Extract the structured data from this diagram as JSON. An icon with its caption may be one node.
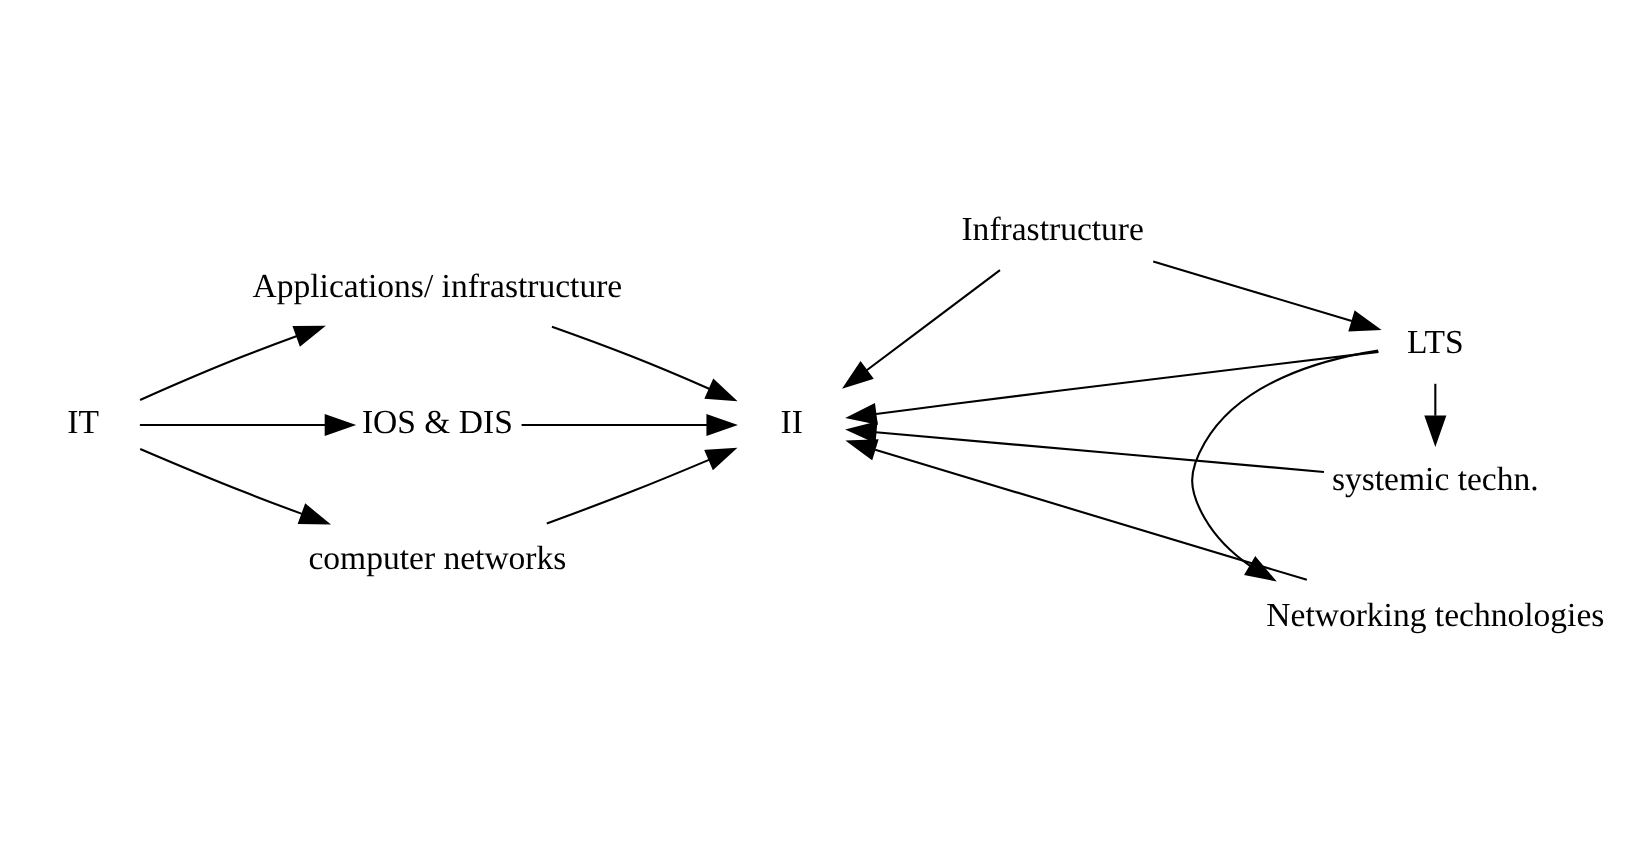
{
  "diagram": {
    "nodes": [
      {
        "text": [
          "IT"
        ]
      },
      {
        "text": [
          "Applications/ infrastructure"
        ]
      },
      {
        "text": [
          "IOS & DIS"
        ]
      },
      {
        "text": [
          "computer networks"
        ]
      },
      {
        "text": [
          "II"
        ]
      },
      {
        "text": [
          "Infrastructure"
        ]
      },
      {
        "text": [
          "LTS"
        ]
      },
      {
        "text": [
          "systemic techn."
        ]
      },
      {
        "text": [
          "Networking technologies"
        ]
      }
    ],
    "edges": [
      {
        "from": 0,
        "to": 1,
        "arrow": "to"
      },
      {
        "from": 0,
        "to": 2,
        "arrow": "to"
      },
      {
        "from": 0,
        "to": 3,
        "arrow": "to"
      },
      {
        "from": 1,
        "to": 4,
        "arrow": "to"
      },
      {
        "from": 2,
        "to": 4,
        "arrow": "to"
      },
      {
        "from": 3,
        "to": 4,
        "arrow": "to"
      },
      {
        "from": 5,
        "to": 4,
        "arrow": "to"
      },
      {
        "from": 5,
        "to": 6,
        "arrow": "to"
      },
      {
        "from": 6,
        "to": 4,
        "arrow": "to"
      },
      {
        "from": 6,
        "to": 7,
        "arrow": "to"
      },
      {
        "from": 7,
        "to": 4,
        "arrow": "to"
      },
      {
        "from": 6,
        "to": 8,
        "arrow": "to"
      },
      {
        "from": 8,
        "to": 4,
        "arrow": "to"
      }
    ]
  }
}
